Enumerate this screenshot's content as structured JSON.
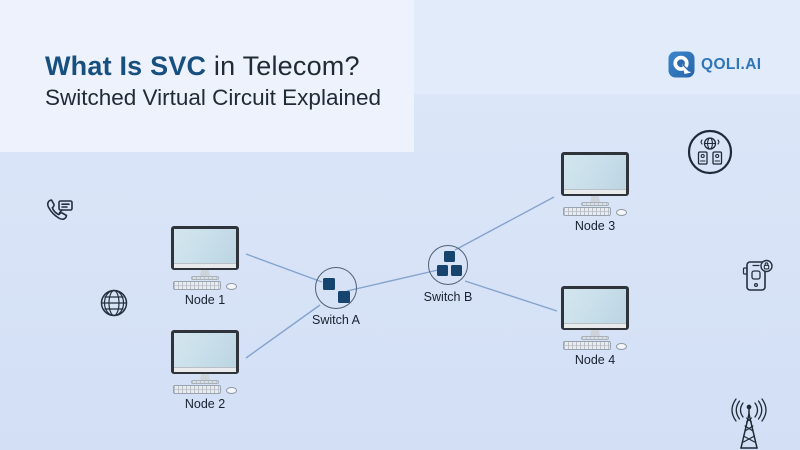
{
  "header": {
    "title_highlight": "What Is SVC",
    "title_rest": " in Telecom?",
    "subtitle": "Switched Virtual Circuit Explained"
  },
  "brand": {
    "name": "QOLI.AI"
  },
  "diagram": {
    "nodes": [
      {
        "id": "node1",
        "label": "Node 1"
      },
      {
        "id": "node2",
        "label": "Node 2"
      },
      {
        "id": "node3",
        "label": "Node 3"
      },
      {
        "id": "node4",
        "label": "Node 4"
      }
    ],
    "switches": [
      {
        "id": "switchA",
        "label": "Switch A",
        "squares": 2
      },
      {
        "id": "switchB",
        "label": "Switch B",
        "squares": 3
      }
    ],
    "connections": [
      {
        "from": "node1",
        "to": "switchA"
      },
      {
        "from": "node2",
        "to": "switchA"
      },
      {
        "from": "switchA",
        "to": "switchB"
      },
      {
        "from": "switchB",
        "to": "node3"
      },
      {
        "from": "switchB",
        "to": "node4"
      }
    ],
    "decorative_icons": [
      "phone-message",
      "globe",
      "global-network-devices",
      "secure-mobile",
      "radio-tower"
    ]
  },
  "colors": {
    "background": "#d8e3f7",
    "title_panel": "#eef2fc",
    "accent_blue": "#17507e",
    "brand_blue": "#2e75ba",
    "switch_square": "#17446e",
    "connection_line": "#84a3cd",
    "screen_blue": "#c6dde9",
    "text_dark": "#212b36"
  }
}
